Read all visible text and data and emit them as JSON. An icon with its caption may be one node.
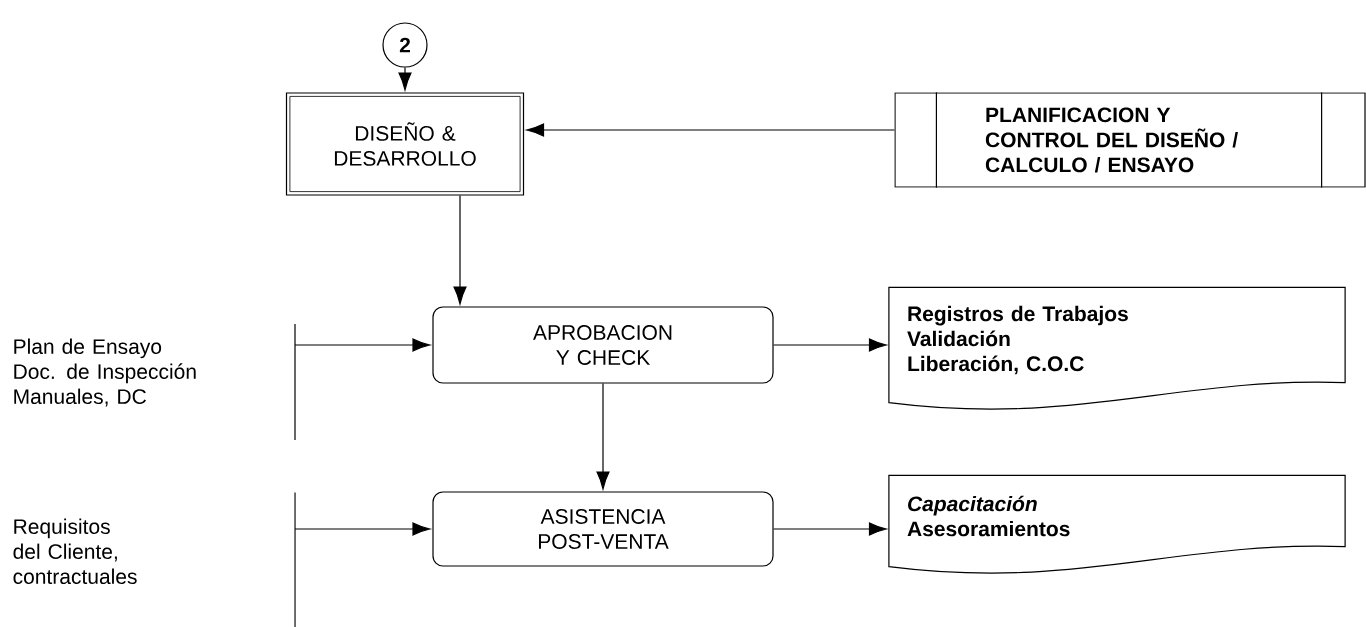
{
  "diagram": {
    "nodes": [
      {
        "text": [
          "2"
        ]
      },
      {
        "text": [
          "DISEÑO & DESARROLLO"
        ]
      },
      {
        "text": [
          "PLANIFICACION Y CONTROL DEL DISEÑO / CALCULO / ENSAYO"
        ]
      },
      {
        "text": [],
        "shape": "bar",
        "beside": [
          "Plan de Ensayo",
          "Doc. de Inspección",
          "Manuales, DC"
        ]
      },
      {
        "text": [
          "APROBACION Y CHECK"
        ]
      },
      {
        "text": [
          "Registros de Trabajos",
          "Validación",
          "Liberación, C.O.C"
        ]
      },
      {
        "text": [],
        "shape": "bar"
      },
      {
        "text": [
          "ASISTENCIA POST-VENTA"
        ]
      },
      {
        "text": [
          "Capacitación",
          "Asesoramientos"
        ]
      }
    ],
    "edges": [
      {
        "from": 0,
        "to": 1,
        "arrow": "to"
      },
      {
        "from": 2,
        "to": 1,
        "arrow": "to"
      },
      {
        "from": 1,
        "to": 4,
        "arrow": "to"
      },
      {
        "from": 3,
        "to": 4,
        "arrow": "to"
      },
      {
        "from": 4,
        "to": 5,
        "arrow": "to"
      },
      {
        "from": 4,
        "to": 7,
        "arrow": "to"
      },
      {
        "from": 6,
        "to": 7,
        "arrow": "to"
      },
      {
        "from": 7,
        "to": 8,
        "arrow": "to"
      }
    ],
    "labels": [
      "Requisitos del Cliente, contractuales"
    ]
  }
}
